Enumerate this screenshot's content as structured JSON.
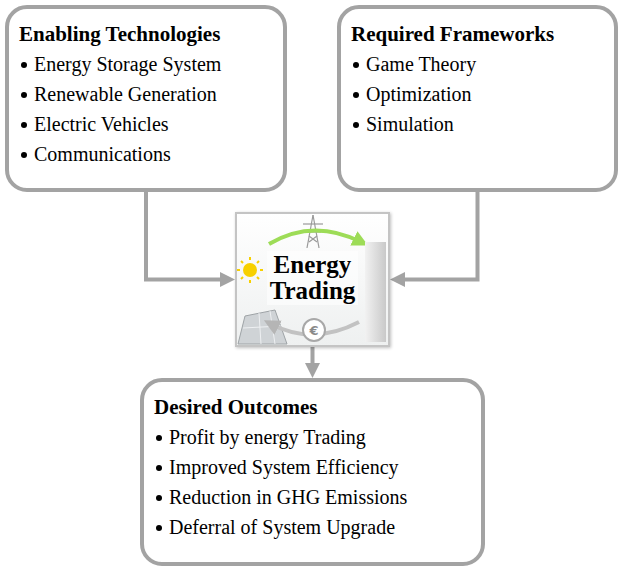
{
  "diagram": {
    "nodes": [
      {
        "text": [
          "Enabling Technologies",
          "Energy Storage System",
          "Renewable Generation",
          "Electric Vehicles",
          "Communications"
        ]
      },
      {
        "text": [
          "Required Frameworks",
          "Game Theory",
          "Optimization",
          "Simulation"
        ]
      },
      {
        "text": [
          "Energy Trading"
        ]
      },
      {
        "text": [
          "Desired Outcomes",
          "Profit by energy Trading",
          "Improved System Efficiency",
          "Reduction in GHG Emissions",
          "Deferral of System Upgrade"
        ]
      }
    ],
    "edges": [
      {
        "from": 0,
        "to": 2,
        "arrow": "to"
      },
      {
        "from": 1,
        "to": 2,
        "arrow": "to"
      },
      {
        "from": 2,
        "to": 3,
        "arrow": "to"
      }
    ],
    "labels": [
      "€"
    ]
  }
}
